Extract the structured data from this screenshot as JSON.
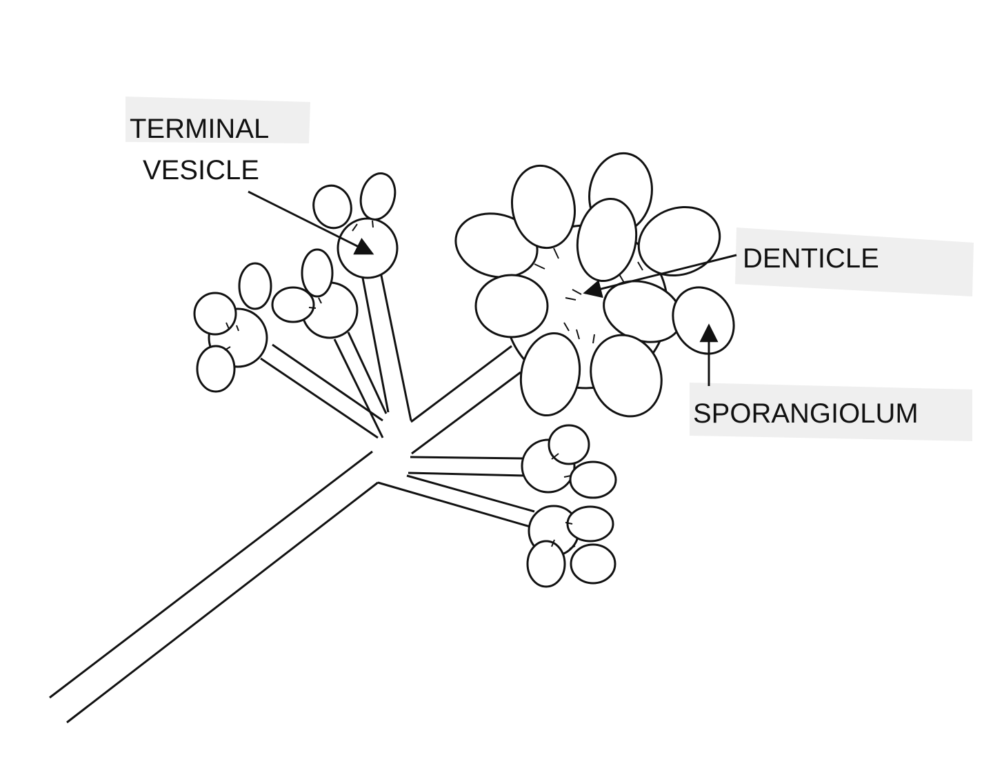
{
  "diagram": {
    "labels": {
      "terminal_vesicle_line1": "TERMINAL",
      "terminal_vesicle_line2": "VESICLE",
      "denticle": "DENTICLE",
      "sporangiolum": "SPORANGIOLUM"
    },
    "colors": {
      "ink": "#111111",
      "paper": "#ffffff",
      "label_band": "#efefef"
    }
  }
}
